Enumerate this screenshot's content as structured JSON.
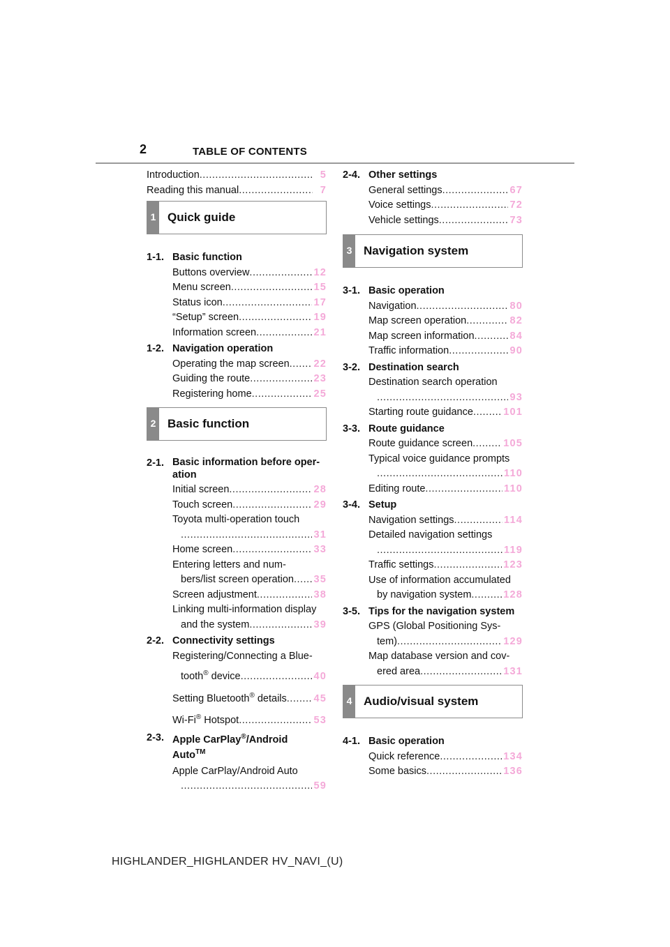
{
  "header": {
    "page_number": "2",
    "title": "TABLE OF CONTENTS"
  },
  "footer": {
    "text": "HIGHLANDER_HIGHLANDER HV_NAVI_(U)"
  },
  "left": {
    "intro": [
      {
        "title": "Introduction",
        "page": "5"
      },
      {
        "title": "Reading this manual",
        "page": "7"
      }
    ],
    "tab1": {
      "num": "1",
      "label": "Quick guide"
    },
    "s1_1": {
      "num": "1-1.",
      "title": "Basic function"
    },
    "s1_1_items": [
      {
        "title": "Buttons overview",
        "page": "12"
      },
      {
        "title": "Menu screen",
        "page": "15"
      },
      {
        "title": "Status icon",
        "page": "17"
      },
      {
        "title": "“Setup” screen",
        "page": "19"
      },
      {
        "title": "Information screen",
        "page": "21"
      }
    ],
    "s1_2": {
      "num": "1-2.",
      "title": "Navigation operation"
    },
    "s1_2_items": [
      {
        "title": "Operating the map screen",
        "page": "22"
      },
      {
        "title": "Guiding the route",
        "page": "23"
      },
      {
        "title": "Registering home",
        "page": "25"
      }
    ],
    "tab2": {
      "num": "2",
      "label": "Basic function"
    },
    "s2_1": {
      "num": "2-1.",
      "title": "Basic information before oper-ation"
    },
    "s2_1_items": {
      "initial": {
        "title": "Initial screen",
        "page": "28"
      },
      "touch": {
        "title": "Touch screen",
        "page": "29"
      },
      "toyota_l1": "Toyota multi-operation touch",
      "toyota_page": "31",
      "home": {
        "title": "Home screen",
        "page": "33"
      },
      "entering_l1": "Entering letters and num-",
      "entering_l2": "bers/list screen operation",
      "entering_page": "35",
      "adjust": {
        "title": "Screen adjustment",
        "page": "38"
      },
      "linking_l1": "Linking multi-information display",
      "linking_l2": "and the system",
      "linking_page": "39"
    },
    "s2_2": {
      "num": "2-2.",
      "title": "Connectivity settings"
    },
    "s2_2_items": {
      "reg_l1": "Registering/Connecting a Blue-",
      "reg_l2a": "tooth",
      "reg_sup": "®",
      "reg_l2b": " device",
      "reg_page": "40",
      "bt_a": "Setting Bluetooth",
      "bt_sup": "®",
      "bt_b": " details",
      "bt_page": "45",
      "wifi_a": "Wi-Fi",
      "wifi_sup": "®",
      "wifi_b": " Hotspot",
      "wifi_page": "53"
    },
    "s2_3": {
      "num": "2-3.",
      "a": "Apple CarPlay",
      "sup1": "®",
      "b": "/Android Auto",
      "sup2": "TM"
    },
    "s2_3_items": {
      "l1": "Apple CarPlay/Android Auto",
      "page": "59"
    }
  },
  "right": {
    "s2_4": {
      "num": "2-4.",
      "title": "Other settings"
    },
    "s2_4_items": [
      {
        "title": "General settings",
        "page": "67"
      },
      {
        "title": "Voice settings",
        "page": "72"
      },
      {
        "title": "Vehicle settings",
        "page": "73"
      }
    ],
    "tab3": {
      "num": "3",
      "label": "Navigation system"
    },
    "s3_1": {
      "num": "3-1.",
      "title": "Basic operation"
    },
    "s3_1_items": [
      {
        "title": "Navigation",
        "page": "80"
      },
      {
        "title": "Map screen operation",
        "page": "82"
      },
      {
        "title": "Map screen information",
        "page": "84"
      },
      {
        "title": "Traffic information",
        "page": "90"
      }
    ],
    "s3_2": {
      "num": "3-2.",
      "title": "Destination search"
    },
    "s3_2_items": {
      "dest_l1": "Destination search operation",
      "dest_page": "93",
      "start": {
        "title": "Starting route guidance",
        "page": "101"
      }
    },
    "s3_3": {
      "num": "3-3.",
      "title": "Route guidance"
    },
    "s3_3_items": {
      "screen": {
        "title": "Route guidance screen",
        "page": "105"
      },
      "typical_l1": "Typical voice guidance prompts",
      "typical_page": "110",
      "editing": {
        "title": "Editing route",
        "page": "110"
      }
    },
    "s3_4": {
      "num": "3-4.",
      "title": "Setup"
    },
    "s3_4_items": {
      "nav": {
        "title": "Navigation settings",
        "page": "114"
      },
      "detailed_l1": "Detailed navigation settings",
      "detailed_page": "119",
      "traffic": {
        "title": "Traffic settings",
        "page": "123"
      },
      "use_l1": "Use of information accumulated",
      "use_l2": "by navigation system",
      "use_page": "128"
    },
    "s3_5": {
      "num": "3-5.",
      "title": "Tips for the navigation system"
    },
    "s3_5_items": {
      "gps_l1": "GPS (Global Positioning Sys-",
      "gps_l2": "tem)",
      "gps_page": "129",
      "map_l1": "Map database version and cov-",
      "map_l2": "ered area",
      "map_page": "131"
    },
    "tab4": {
      "num": "4",
      "label": "Audio/visual system"
    },
    "s4_1": {
      "num": "4-1.",
      "title": "Basic operation"
    },
    "s4_1_items": [
      {
        "title": "Quick reference",
        "page": "134"
      },
      {
        "title": "Some basics",
        "page": "136"
      }
    ]
  }
}
